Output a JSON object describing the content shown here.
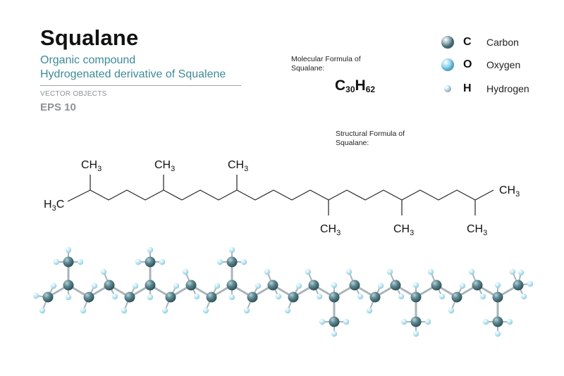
{
  "header": {
    "title": "Squalane",
    "subtitle1": "Organic compound",
    "subtitle2": "Hydrogenated derivative of Squalene",
    "tag1": "VECTOR OBJECTS",
    "tag2": "EPS 10"
  },
  "molecular": {
    "label": "Molecular Formula of Squalane:",
    "c": "C",
    "c_count": "30",
    "h": "H",
    "h_count": "62"
  },
  "structural": {
    "label": "Structural  Formula of Squalane:",
    "group": "CH",
    "group_sub": "3",
    "start_group": "H",
    "start_group_sub": "3",
    "start_group_tail": "C"
  },
  "legend": [
    {
      "symbol": "C",
      "name": "Carbon",
      "color": "#4e7a84"
    },
    {
      "symbol": "O",
      "name": "Oxygen",
      "color": "#6cc6ec"
    },
    {
      "symbol": "H",
      "name": "Hydrogen",
      "color": "#bfe6f2"
    }
  ],
  "colors": {
    "accent": "#3e8a9a",
    "bond": "#222222",
    "ball_bond": "#aab4b8"
  }
}
